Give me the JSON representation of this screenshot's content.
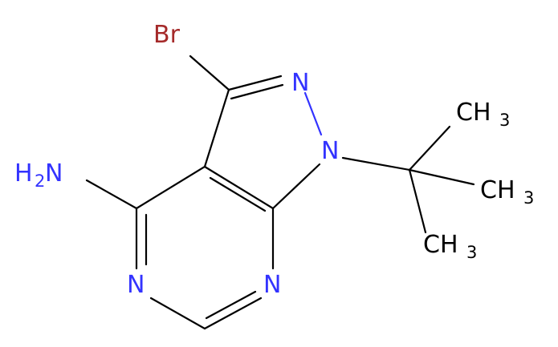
{
  "colors": {
    "carbon_bond": "#000000",
    "nitrogen": "#3333ff",
    "bromine": "#a52a2a",
    "background": "#ffffff"
  },
  "atoms": {
    "br": {
      "symbol": "Br"
    },
    "n2": {
      "symbol": "N"
    },
    "n1": {
      "symbol": "N"
    },
    "n_pyr_left": {
      "symbol": "N"
    },
    "n_pyr_right": {
      "symbol": "N"
    },
    "amine": {
      "symbol": "H",
      "subscript": "2",
      "suffix": "N"
    },
    "ch3_top": {
      "symbol": "CH",
      "subscript": "3"
    },
    "ch3_mid": {
      "symbol": "CH",
      "subscript": "3"
    },
    "ch3_bot": {
      "symbol": "CH",
      "subscript": "3"
    }
  }
}
